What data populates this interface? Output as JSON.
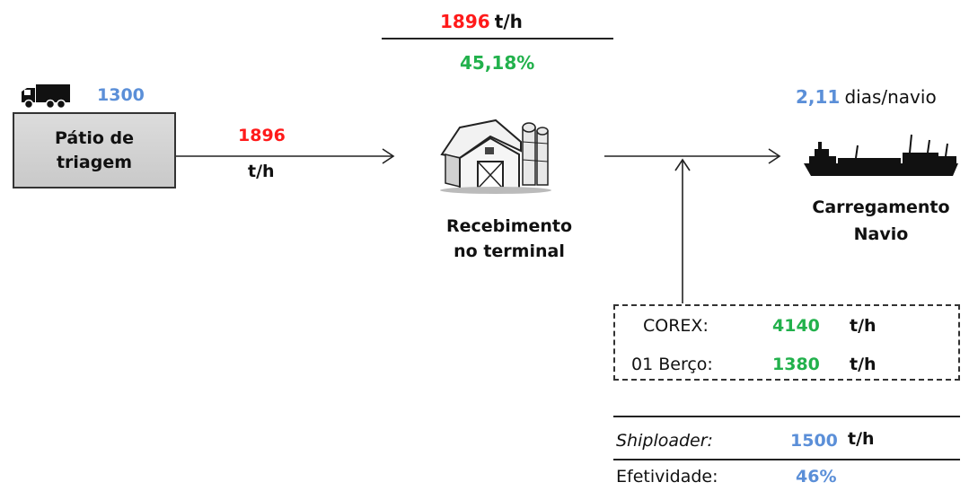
{
  "colors": {
    "red": "#ff1a1a",
    "green": "#22b14c",
    "blue": "#5b8fd8"
  },
  "top": {
    "value": "1896",
    "unit": "t/h",
    "percent": "45,18%"
  },
  "patio": {
    "truck_value": "1300",
    "label_line1": "Pátio de",
    "label_line2": "triagem"
  },
  "flow1": {
    "value": "1896",
    "unit": "t/h"
  },
  "terminal": {
    "label_line1": "Recebimento",
    "label_line2": "no terminal"
  },
  "navio": {
    "value": "2,11",
    "unit": "dias/navio",
    "label_line1": "Carregamento",
    "label_line2": "Navio"
  },
  "corex": {
    "label": "COREX:",
    "value": "4140",
    "unit": "t/h"
  },
  "berco": {
    "label": "01 Berço:",
    "value": "1380",
    "unit": "t/h"
  },
  "shiploader": {
    "label": "Shiploader:",
    "value": "1500",
    "unit": "t/h"
  },
  "efetividade": {
    "label": "Efetividade:",
    "value": "46%"
  }
}
